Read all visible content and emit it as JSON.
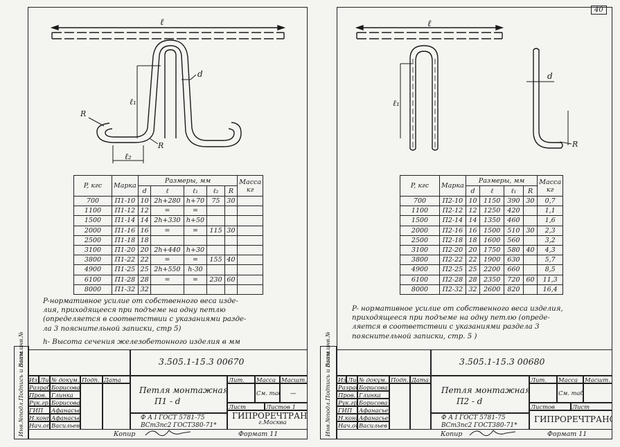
{
  "page_number": "40",
  "sheets": [
    {
      "id": "p1",
      "dims": {
        "l": "ℓ",
        "l1": "ℓ₁",
        "l2": "ℓ₂",
        "d": "d",
        "R": "R"
      },
      "table": {
        "header_group": "Размеры, мм",
        "headers": [
          "P, кгс",
          "Марка",
          "d",
          "ℓ",
          "ℓ₁",
          "ℓ₂",
          "R",
          "Масса кг"
        ],
        "rows": [
          [
            "700",
            "П1-10",
            "10",
            "2h+280",
            "h+70",
            "75",
            "30",
            ""
          ],
          [
            "1100",
            "П1-12",
            "12",
            "=",
            "=",
            "",
            "",
            ""
          ],
          [
            "1500",
            "П1-14",
            "14",
            "2h+330",
            "h+50",
            "",
            "",
            ""
          ],
          [
            "2000",
            "П1-16",
            "16",
            "=",
            "=",
            "115",
            "30",
            ""
          ],
          [
            "2500",
            "П1-18",
            "18",
            "",
            "",
            "",
            "",
            ""
          ],
          [
            "3100",
            "П1-20",
            "20",
            "2h+440",
            "h+30",
            "",
            "",
            ""
          ],
          [
            "3800",
            "П1-22",
            "22",
            "=",
            "=",
            "155",
            "40",
            ""
          ],
          [
            "4900",
            "П1-25",
            "25",
            "2h+550",
            "h-30",
            "",
            "",
            ""
          ],
          [
            "6100",
            "П1-28",
            "28",
            "=",
            "=",
            "230",
            "60",
            ""
          ],
          [
            "8000",
            "П1-32",
            "32",
            "",
            "",
            "",
            "",
            ""
          ]
        ]
      },
      "note": [
        "P-нормативное усилие от собственного веса изде-",
        "лия, приходящееся при подъеме на одну петлю",
        "(определяется в соответствии с указаниями разде-",
        "ла 3 пояснительной записки, стр 5)"
      ],
      "note2": "h- Высота сечения железобетонного изделия в мм",
      "stamp": {
        "code": "3.505.1-15.3 00670",
        "title1": "Петля монтажная",
        "title2": "П1 - d",
        "material1": "Ф A I ГОСТ 5781-75",
        "material2": "ВСт3пс2 ГОСТ380-71*",
        "org": "ГИПРОРЕЧТРАНС",
        "city": "г.Москва",
        "lit": "Лит.",
        "mass": "Масса",
        "scale": "Масшт.",
        "mass_val": "См. табл.",
        "scale_val": "—",
        "list": "Лист",
        "lists": "Листов 1",
        "cols": [
          "Изм",
          "Лист",
          "№ докум.",
          "Подп.",
          "Дата"
        ],
        "roles": [
          [
            "Разраб.",
            "Борисова"
          ],
          [
            "Пров.",
            "Глинка"
          ],
          [
            "Рук.гр.",
            "Борисова"
          ],
          [
            "ГИП",
            "Афанасьева"
          ],
          [
            "Н.контр",
            "Афанасьева"
          ],
          [
            "Нач.отд",
            "Васильев"
          ]
        ]
      },
      "copy_label": "Копир",
      "format_label": "Формат 11"
    },
    {
      "id": "p2",
      "dims": {
        "l": "ℓ",
        "l1": "ℓ₁",
        "d": "d",
        "R": "R"
      },
      "table": {
        "header_group": "Размеры, мм",
        "headers": [
          "P, кгс",
          "Марка",
          "d",
          "ℓ",
          "ℓ₁",
          "R",
          "Масса кг"
        ],
        "rows": [
          [
            "700",
            "П2-10",
            "10",
            "1150",
            "390",
            "30",
            "0,7"
          ],
          [
            "1100",
            "П2-12",
            "12",
            "1250",
            "420",
            "",
            "1,1"
          ],
          [
            "1500",
            "П2-14",
            "14",
            "1350",
            "460",
            "",
            "1,6"
          ],
          [
            "2000",
            "П2-16",
            "16",
            "1500",
            "510",
            "30",
            "2,3"
          ],
          [
            "2500",
            "П2-18",
            "18",
            "1600",
            "560",
            "",
            "3,2"
          ],
          [
            "3100",
            "П2-20",
            "20",
            "1750",
            "580",
            "40",
            "4,3"
          ],
          [
            "3800",
            "П2-22",
            "22",
            "1900",
            "630",
            "",
            "5,7"
          ],
          [
            "4900",
            "П2-25",
            "25",
            "2200",
            "660",
            "",
            "8,5"
          ],
          [
            "6100",
            "П2-28",
            "28",
            "2350",
            "720",
            "60",
            "11,3"
          ],
          [
            "8000",
            "П2-32",
            "32",
            "2600",
            "820",
            "",
            "16,4"
          ]
        ]
      },
      "note": [
        "P- нормативное усилие от собственного веса изделия,",
        "приходящееся при подъеме на одну петлю (опреде-",
        "ляется в соответствии с указаниями раздела 3",
        "пояснительной записки, стр. 5 )"
      ],
      "stamp": {
        "code": "3.505.1-15.3 00680",
        "title1": "Петля монтажная",
        "title2": "П2 - d",
        "material1": "Ф A I ГОСТ 5781-75",
        "material2": "ВСт3пс2 ГОСТ380-71*",
        "org": "ГИПРОРЕЧТРАНС",
        "lit": "Лит.",
        "mass": "Масса",
        "scale": "Масшт.",
        "mass_val": "См. табл.",
        "list": "Лист",
        "lists": "Листов",
        "cols": [
          "Изм",
          "Лист",
          "№ докум.",
          "Подп.",
          "Дата"
        ],
        "roles": [
          [
            "Разраб.",
            "Борисова"
          ],
          [
            "Пров.",
            "Глинка"
          ],
          [
            "Рук.гр.",
            "Борисова"
          ],
          [
            "ГИП",
            "Афанасьева"
          ],
          [
            "Н.контр",
            "Афанасьева"
          ],
          [
            "Нач.отд",
            "Васильев"
          ]
        ]
      },
      "copy_label": "Копир",
      "format_label": "Формат 11"
    }
  ],
  "side_labels": [
    "Инв.№подл.",
    "Подпись и дата",
    "Взам.инв.№"
  ]
}
